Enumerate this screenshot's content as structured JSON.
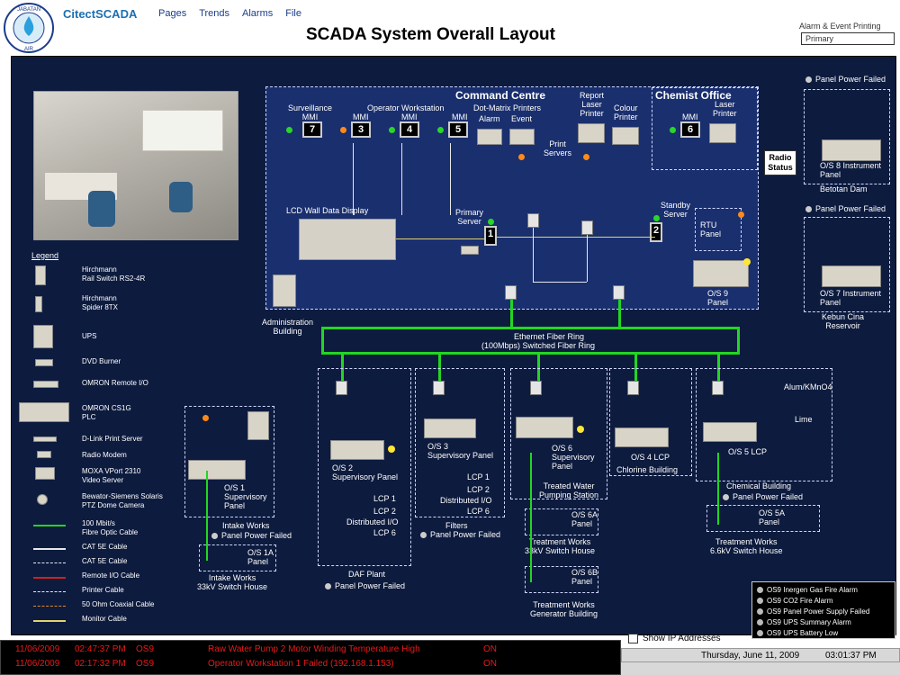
{
  "app": {
    "brand": "CitectSCADA",
    "logo_text": "JABATAN AIR",
    "menu": [
      "Pages",
      "Trends",
      "Alarms",
      "File"
    ],
    "title": "SCADA System Overall Layout",
    "alarm_printing_label": "Alarm & Event Printing",
    "alarm_printing_value": "Primary"
  },
  "command_centre": {
    "title": "Command Centre",
    "chemist_title": "Chemist Office",
    "surveillance": "Surveillance\nMMI",
    "operator_workstation": "Operator Workstation",
    "mmi": "MMI",
    "monitors": [
      "7",
      "3",
      "4",
      "5",
      "6"
    ],
    "dot_matrix": "Dot-Matrix Printers",
    "alarm": "Alarm",
    "event": "Event",
    "report_laser": "Report\nLaser\nPrinter",
    "colour_printer": "Colour\nPrinter",
    "laser_printer": "Laser\nPrinter",
    "print_servers": "Print\nServers",
    "lcd_wall": "LCD Wall Data Display",
    "primary_server": "Primary\nServer",
    "standby_server": "Standby\nServer",
    "server_1": "1",
    "server_2": "2",
    "rtu_panel": "RTU\nPanel",
    "os9_panel": "O/S 9\nPanel",
    "admin_building": "Administration\nBuilding"
  },
  "remote": {
    "radio_status": "Radio\nStatus",
    "panel_power_failed": "Panel Power Failed",
    "os8": "O/S 8 Instrument\nPanel",
    "betotan": "Betotan Dam",
    "os7": "O/S 7 Instrument\nPanel",
    "kebun": "Kebun Cina\nReservoir"
  },
  "ring": {
    "line1": "Ethernet Fiber Ring",
    "line2": "(100Mbps) Switched Fiber Ring"
  },
  "sites": {
    "os2": "O/S 2\nSupervisory Panel",
    "lcp1": "LCP 1",
    "lcp2": "LCP 2",
    "distributed_io": "Distributed I/O",
    "lcp6": "LCP 6",
    "daf_plant": "DAF Plant",
    "os3": "O/S 3\nSupervisory Panel",
    "filters": "Filters",
    "os6": "O/S 6\nSupervisory\nPanel",
    "treated_water": "Treated Water\nPumping Station",
    "os6a": "O/S 6A\nPanel",
    "tw33": "Treatment Works\n33kV Switch House",
    "os6b": "O/S 6B\nPanel",
    "twgen": "Treatment Works\nGenerator Building",
    "os4": "O/S 4 LCP",
    "chlorine": "Chlorine Building",
    "alum": "Alum/KMnO4",
    "lime": "Lime",
    "os5": "O/S 5 LCP",
    "chemical": "Chemical Building",
    "os5a": "O/S 5A\nPanel",
    "tw66": "Treatment Works\n6.6kV Switch House",
    "os1": "O/S 1\nSupervisory\nPanel",
    "intake": "Intake Works",
    "os1a": "O/S 1A\nPanel",
    "intake33": "Intake Works\n33kV Switch House"
  },
  "legend": {
    "title": "Legend",
    "items": [
      "Hirchmann\nRail Switch RS2-4R",
      "Hirchmann\nSpider 8TX",
      "UPS",
      "DVD Burner",
      "OMRON Remote I/O",
      "OMRON CS1G\nPLC",
      "D-Link Print Server",
      "Radio Modem",
      "MOXA VPort 2310\nVideo Server",
      "Bewator-Siemens Solaris\nPTZ Dome Camera",
      "100 Mbit/s\nFibre Optic Cable",
      "CAT 5E Cable",
      "CAT 5E Cable",
      "Remote I/O Cable",
      "Printer Cable",
      "50 Ohm Coaxial Cable",
      "Monitor Cable"
    ],
    "line_colors": [
      "#22d622",
      "#e8e8e8",
      "#e8e8e8",
      "#d02020",
      "#e8e8e8",
      "#e08a2a",
      "#e3d36b"
    ]
  },
  "alarm_summary": [
    "OS9 Inergen Gas Fire Alarm",
    "OS9 CO2 Fire Alarm",
    "OS9 Panel Power Supply Failed",
    "OS9 UPS Summary Alarm",
    "OS9 UPS Battery Low"
  ],
  "show_ip": "Show IP Addresses",
  "alarms": [
    {
      "date": "11/06/2009",
      "time": "02:47:37 PM",
      "area": "OS9",
      "desc": "Raw Water Pump 2 Motor Winding Temperature High",
      "state": "ON"
    },
    {
      "date": "11/06/2009",
      "time": "02:17:32 PM",
      "area": "OS9",
      "desc": "Operator Workstation 1 Failed (192.168.1.153)",
      "state": "ON"
    }
  ],
  "status": {
    "date": "Thursday, June 11, 2009",
    "time": "03:01:37 PM"
  },
  "colors": {
    "background": "#0d1b3e",
    "command_centre": "#1a2f6e",
    "fiber": "#22d622",
    "alarm_text": "#e81a1a"
  }
}
